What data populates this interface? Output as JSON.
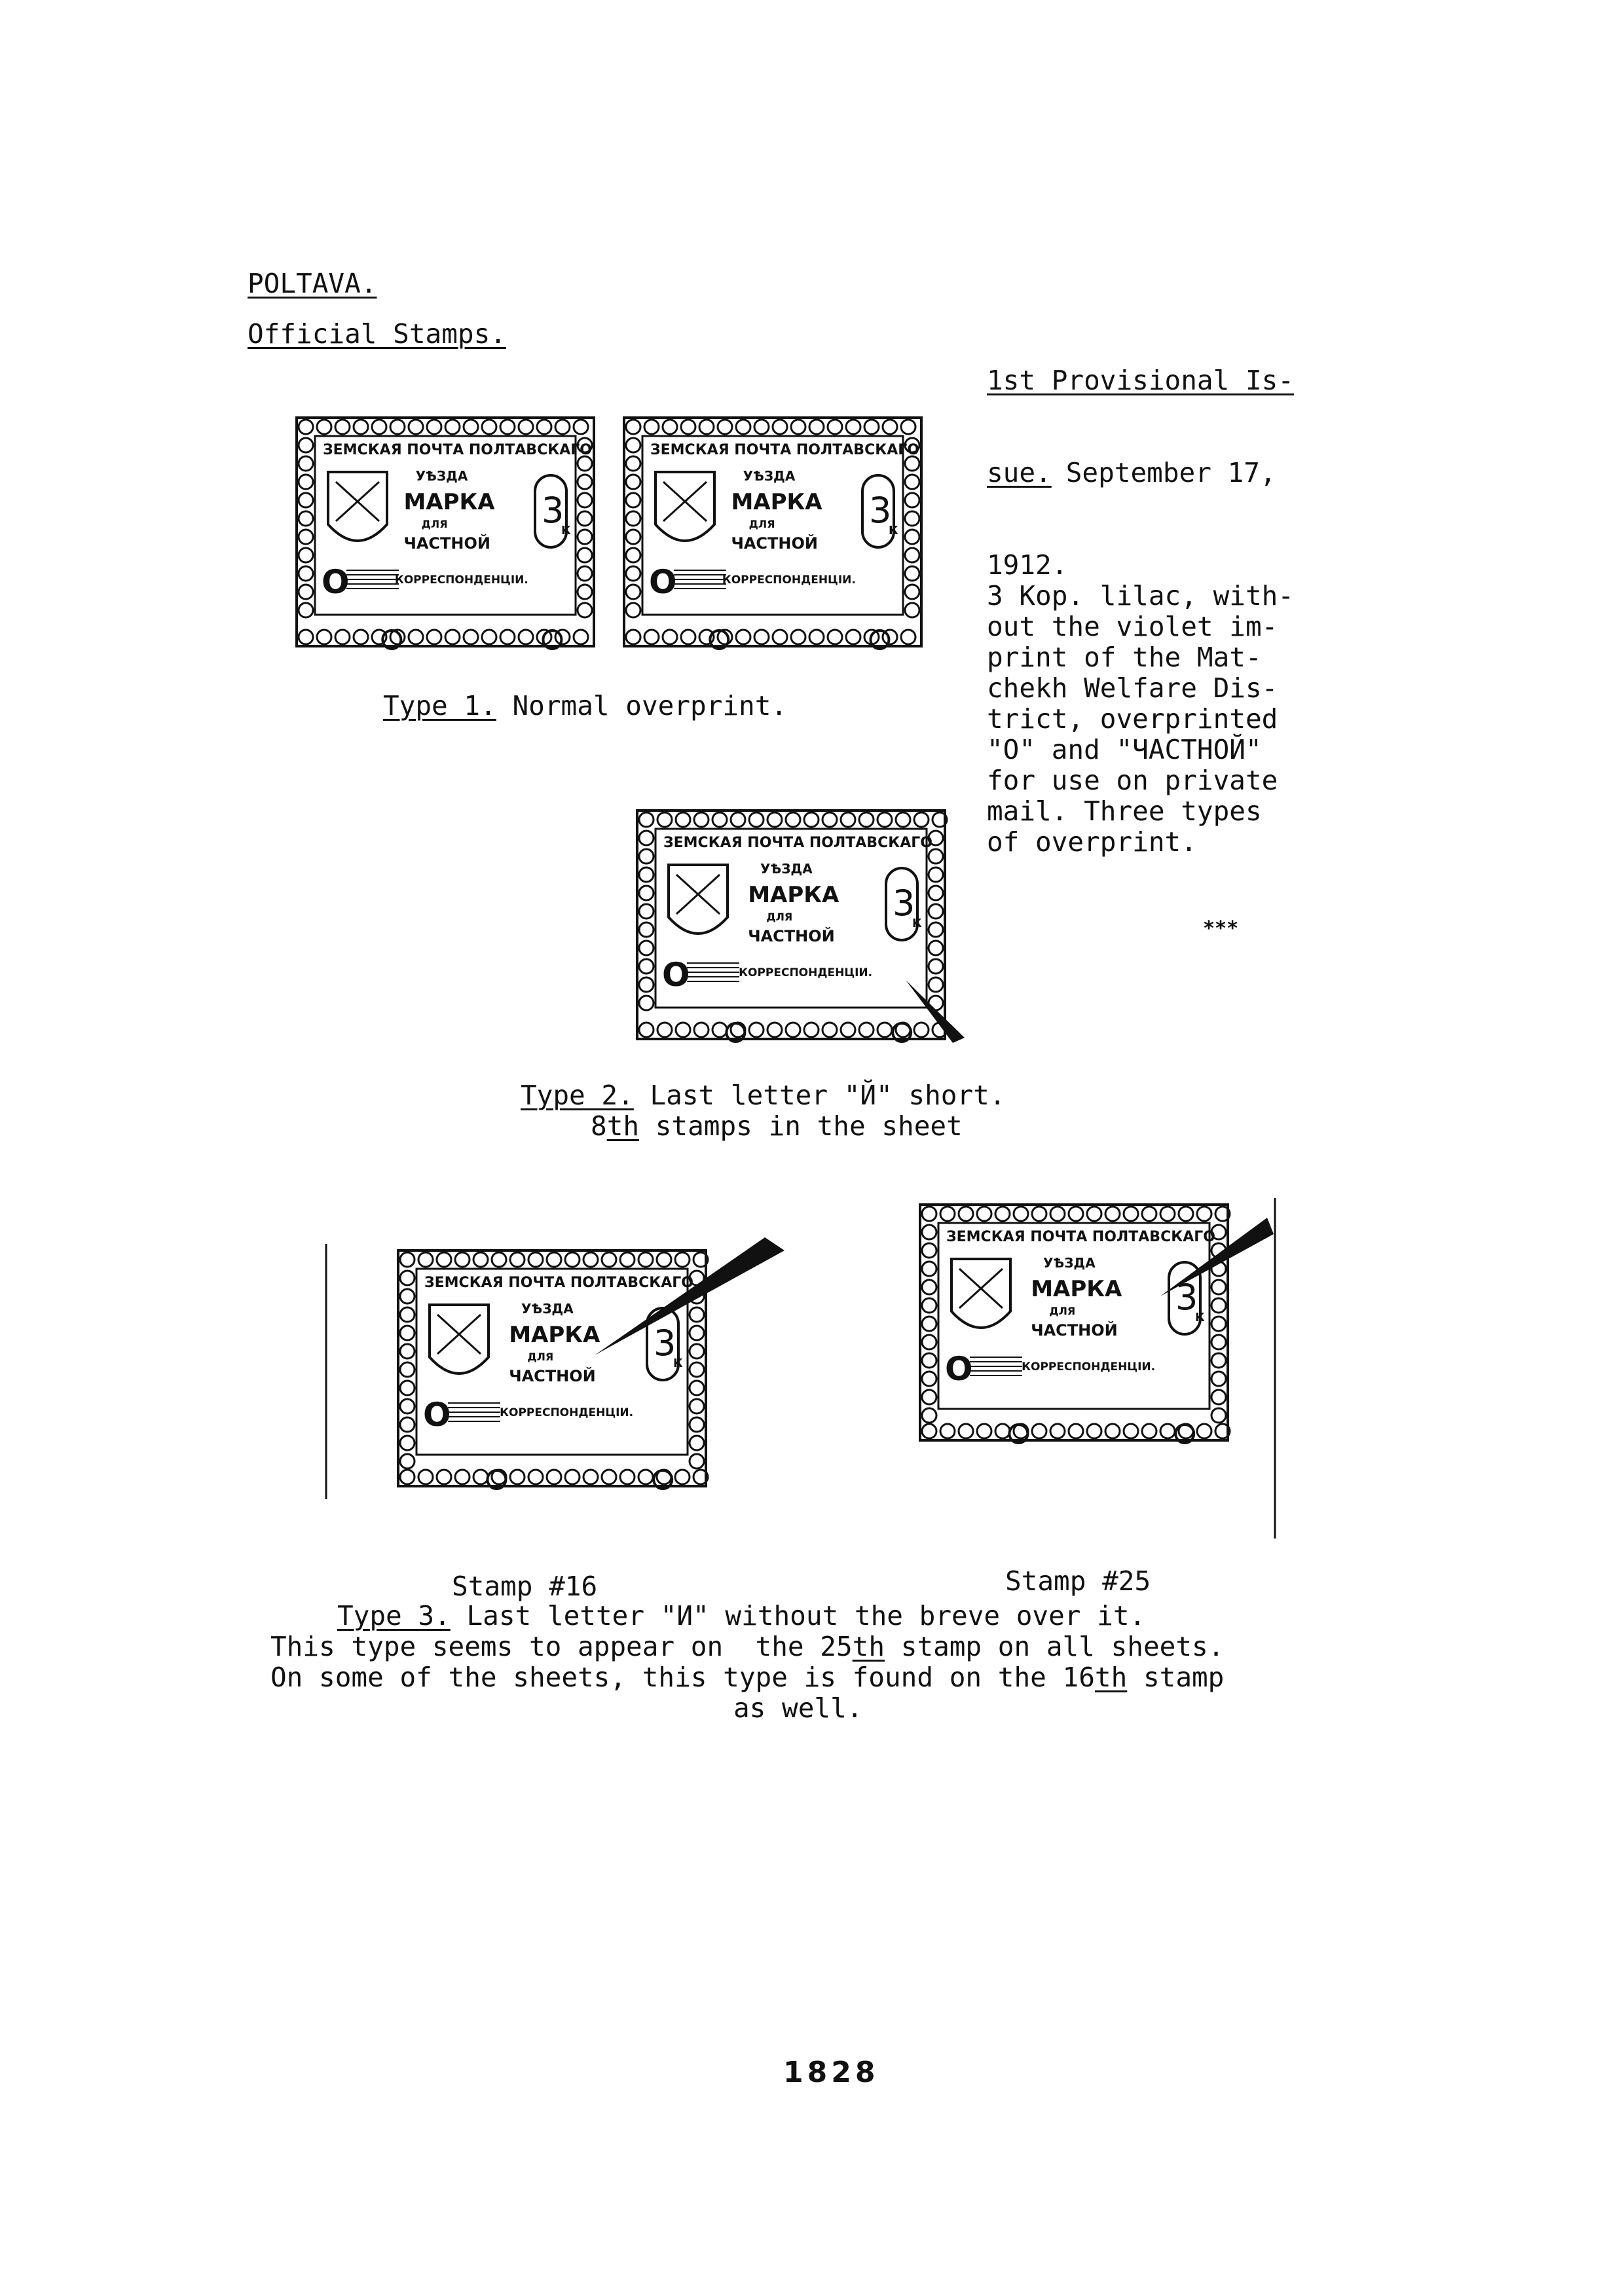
{
  "header": {
    "title": "POLTAVA.",
    "subtitle": "Official Stamps."
  },
  "issue_note": {
    "heading_a": "1st Provisional Is-",
    "heading_b": "sue.",
    "date_rest": "September 17,",
    "lines": [
      "1912.",
      "3 Kop. lilac, with-",
      "out the violet im-",
      "print of the Mat-",
      "chekh Welfare Dis-",
      "trict, overprinted",
      "\"О\" and \"ЧАСТНОЙ\"",
      "for use on private",
      "mail. Three types",
      "of overprint."
    ],
    "ornament": "***"
  },
  "stamp_text": {
    "line1": "ЗЕМСКАЯ ПОЧТА ПОЛТАВСКАГО",
    "line2": "УѢЗДА",
    "line3": "МАРКА",
    "line4": "ДЛЯ",
    "line5": "ЧАСТНОЙ",
    "line6": "КОРРЕСПОНДЕНЦІИ.",
    "value": "3",
    "value_suffix": "К",
    "overprint_o": "О"
  },
  "type1": {
    "label": "Type 1.",
    "desc": " Normal overprint."
  },
  "type2": {
    "label": "Type 2.",
    "desc": " Last letter \"Й\" short.",
    "line2_a": "8",
    "line2_b": "th",
    "line2_c": " stamps in the sheet"
  },
  "type3": {
    "caption_left": "Stamp #16",
    "caption_right": "Stamp #25",
    "label": "Type 3.",
    "desc": " Last letter \"И\" without the breve over it.",
    "p1_a": "This type seems to appear on  the 25",
    "p1_b": "th",
    "p1_c": " stamp on all sheets.",
    "p2_a": "On some of the sheets, this type is found on the 16",
    "p2_b": "th",
    "p2_c": " stamp",
    "p3": "as well."
  },
  "footer": {
    "page_number": "1828"
  }
}
